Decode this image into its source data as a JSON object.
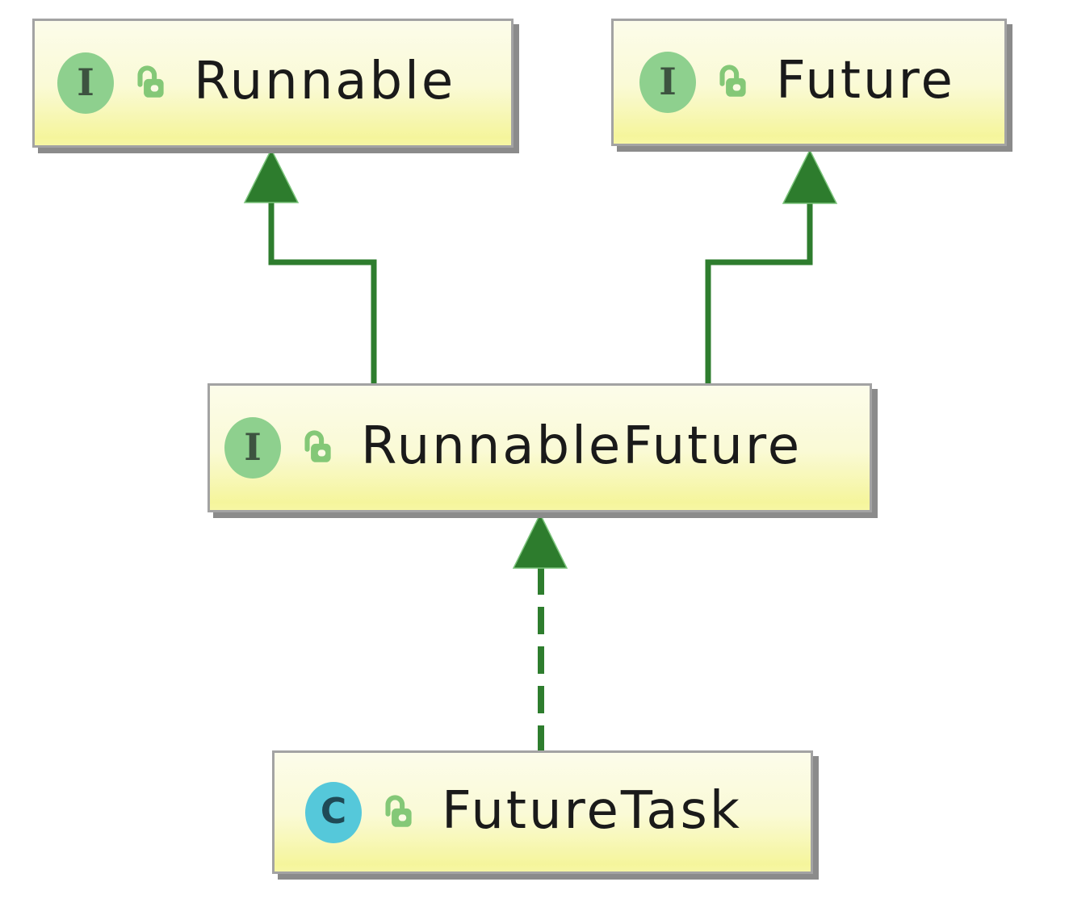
{
  "diagram": {
    "kind": "uml-class-diagram",
    "nodes": [
      {
        "label": "Runnable",
        "type": "interface",
        "icon_letter": "I",
        "visibility": "public",
        "visibility_icon": "unlocked-padlock-icon"
      },
      {
        "label": "Future",
        "type": "interface",
        "icon_letter": "I",
        "visibility": "public",
        "visibility_icon": "unlocked-padlock-icon"
      },
      {
        "label": "RunnableFuture",
        "type": "interface",
        "icon_letter": "I",
        "visibility": "public",
        "visibility_icon": "unlocked-padlock-icon"
      },
      {
        "label": "FutureTask",
        "type": "class",
        "icon_letter": "C",
        "visibility": "public",
        "visibility_icon": "unlocked-padlock-icon"
      }
    ],
    "edges": [
      {
        "from": "RunnableFuture",
        "to": "Runnable",
        "relation": "extends",
        "line_style": "solid",
        "arrowhead": "hollow-triangle-filled-green"
      },
      {
        "from": "RunnableFuture",
        "to": "Future",
        "relation": "extends",
        "line_style": "solid",
        "arrowhead": "hollow-triangle-filled-green"
      },
      {
        "from": "FutureTask",
        "to": "RunnableFuture",
        "relation": "implements",
        "line_style": "dashed",
        "arrowhead": "hollow-triangle-filled-green"
      }
    ],
    "colors": {
      "background": "#ffffff",
      "node_fill_top": "#fcfcea",
      "node_fill_bottom": "#f7f7a4",
      "node_border": "#a3a3a3",
      "node_shadow": "#8b8b8b",
      "edge_green": "#2e7d2e",
      "interface_icon_bg": "#8ed08e",
      "interface_icon_letter": "#3d5340",
      "class_icon_bg": "#55c8da",
      "class_icon_letter": "#1f4a56",
      "lock_icon_green": "#84c877",
      "label_text": "#1a1a1a"
    }
  }
}
